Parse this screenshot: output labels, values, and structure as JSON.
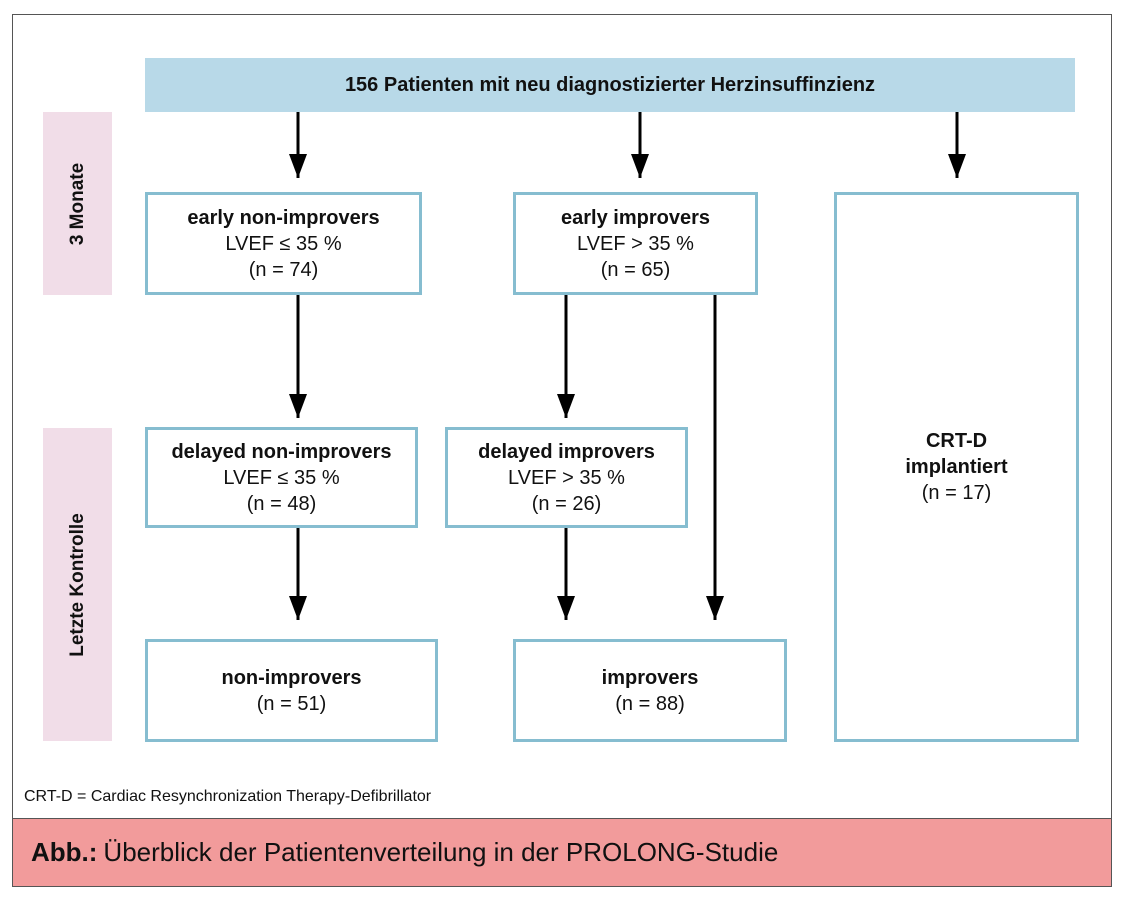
{
  "top_banner": "156 Patienten mit neu diagnostizierter Herzinsuffinzienz",
  "side_labels": {
    "three_months": "3 Monate",
    "last_control": "Letzte Kontrolle"
  },
  "boxes": {
    "early_non_improvers": {
      "title": "early non-improvers",
      "line": "LVEF ≤ 35 %",
      "n": "(n = 74)"
    },
    "early_improvers": {
      "title": "early improvers",
      "line": "LVEF > 35 %",
      "n": "(n = 65)"
    },
    "crt_d": {
      "title_1": "CRT-D",
      "title_2": "implantiert",
      "n": "(n = 17)"
    },
    "delayed_non_improvers": {
      "title": "delayed non-improvers",
      "line": "LVEF ≤ 35 %",
      "n": "(n = 48)"
    },
    "delayed_improvers": {
      "title": "delayed improvers",
      "line": "LVEF > 35 %",
      "n": "(n = 26)"
    },
    "non_improvers": {
      "title": "non-improvers",
      "n": "(n = 51)"
    },
    "improvers": {
      "title": "improvers",
      "n": "(n = 88)"
    }
  },
  "footnote": "CRT-D = Cardiac Resynchronization Therapy-Defibrillator",
  "caption": {
    "label": "Abb.:",
    "text": "Überblick der Patientenverteilung in der PROLONG-Studie"
  },
  "colors": {
    "box_border": "#86bdd0",
    "banner": "#b8d9e8",
    "side": "#f1dde8",
    "caption": "#f29b9b"
  }
}
